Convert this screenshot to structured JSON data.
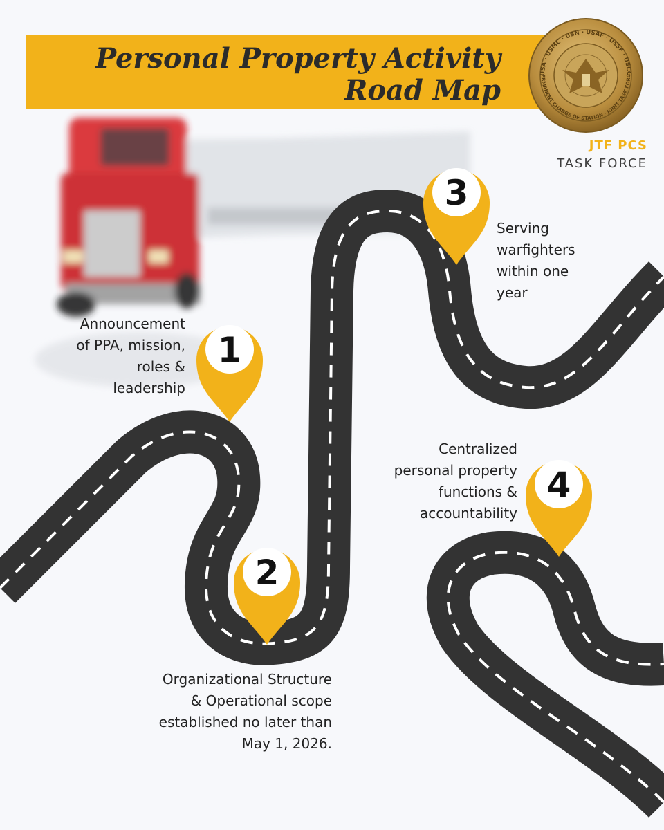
{
  "header": {
    "title_line1": "Personal Property Activity",
    "title_line2": "Road Map"
  },
  "brand": {
    "line1": "JTF PCS",
    "line2": "TASK FORCE",
    "seal_text_top": "USA · USMC · USN · USAF · USSF · USCG",
    "seal_text_bottom": "PERMANENT CHANGE OF STATION · JOINT TASK FORCE"
  },
  "milestones": [
    {
      "number": "1",
      "lines": [
        "Announcement",
        "of PPA, mission,",
        "roles &",
        "leadership"
      ]
    },
    {
      "number": "2",
      "lines": [
        "Organizational Structure",
        "& Operational scope",
        "established no later than",
        "May 1, 2026."
      ]
    },
    {
      "number": "3",
      "lines": [
        "Serving",
        "warfighters",
        "within one",
        "year"
      ]
    },
    {
      "number": "4",
      "lines": [
        "Centralized",
        "personal property",
        "functions &",
        "accountability"
      ]
    }
  ],
  "colors": {
    "accent": "#f2b21a",
    "road": "#333333",
    "road_marking": "#ffffff",
    "truck": "#d8262a"
  }
}
